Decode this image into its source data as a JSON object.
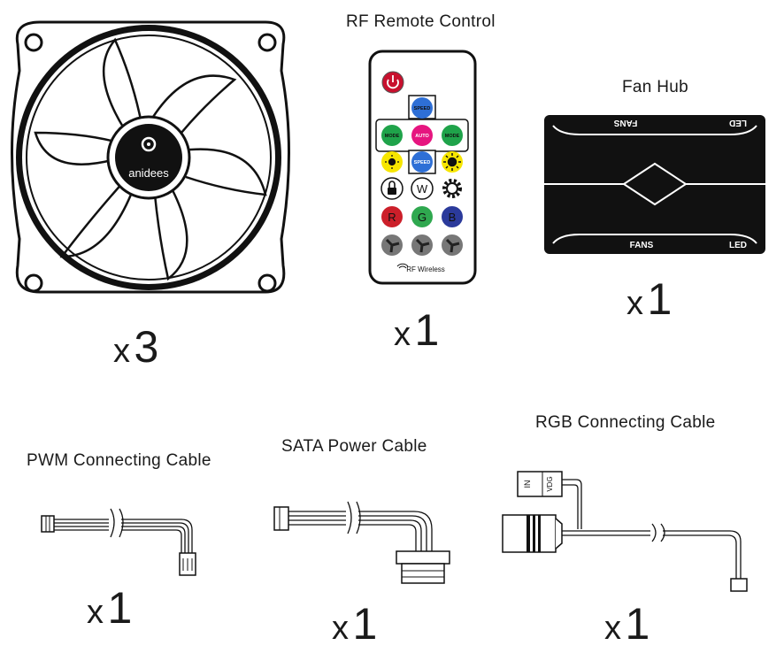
{
  "fan": {
    "brand": "anidees",
    "quantity_x": "x",
    "quantity_n": "3"
  },
  "remote": {
    "title": "RF Remote Control",
    "quantity_x": "x",
    "quantity_n": "1",
    "buttons": {
      "speed_up": "SPEED",
      "mode_left": "MODE",
      "auto": "AUTO",
      "mode_right": "MODE",
      "speed_down": "SPEED",
      "white": "W",
      "red": "R",
      "green": "G",
      "blue": "B"
    },
    "footer": "RF Wireless",
    "colors": {
      "power": "#c8102e",
      "speed": "#2e6fd6",
      "mode": "#1fa34a",
      "auto": "#e6157f",
      "sun": "#f7e600",
      "red": "#cc1f2a",
      "green": "#2fa84f",
      "blue": "#2b3a9b",
      "fan": "#777777"
    }
  },
  "hub": {
    "title": "Fan Hub",
    "top_left": "FANS",
    "top_right": "LED",
    "bottom_left": "FANS",
    "bottom_right": "LED",
    "quantity_x": "x",
    "quantity_n": "1"
  },
  "pwm": {
    "title": "PWM Connecting Cable",
    "quantity_x": "x",
    "quantity_n": "1"
  },
  "sata": {
    "title": "SATA Power Cable",
    "quantity_x": "x",
    "quantity_n": "1"
  },
  "rgb": {
    "title": "RGB Connecting Cable",
    "connector_label_1": "IN",
    "connector_label_2": "VDG",
    "quantity_x": "x",
    "quantity_n": "1"
  }
}
